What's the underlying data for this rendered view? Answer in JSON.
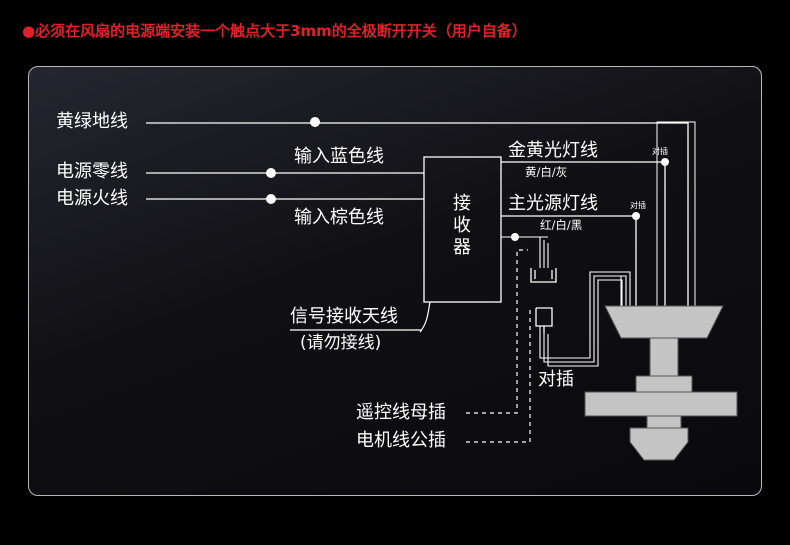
{
  "warning": "●必须在风扇的电源端安装一个触点大于3mm的全极断开开关（用户自备）",
  "left_labels": {
    "ground": "黄绿地线",
    "neutral": "电源零线",
    "live": "电源火线"
  },
  "input_labels": {
    "blue": "输入蓝色线",
    "brown": "输入棕色线"
  },
  "receiver": [
    "接",
    "收",
    "器"
  ],
  "lamp_lines": {
    "gold": "金黄光灯线",
    "gold_colors": "黄/白/灰",
    "main": "主光源灯线",
    "main_colors": "红/白/黑",
    "plug_tag": "对插"
  },
  "antenna": {
    "title": "信号接收天线",
    "note": "(请勿接线)"
  },
  "connectors": {
    "pair": "对插",
    "remote_female": "遥控线母插",
    "motor_male": "电机线公插"
  },
  "colors": {
    "warning": "#e0202a",
    "wire": "#ffffff",
    "panel_border": "#b8b8b8",
    "fan_fill": "#c4c4c4"
  }
}
